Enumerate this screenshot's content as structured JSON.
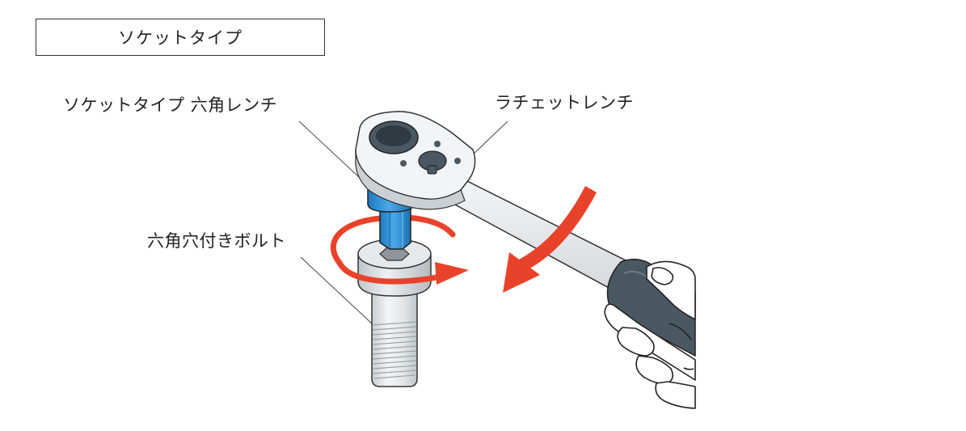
{
  "title": "ソケットタイプ",
  "labels": {
    "socket_hex_wrench": "ソケットタイプ 六角レンチ",
    "ratchet_wrench": "ラチェットレンチ",
    "hex_socket_bolt": "六角穴付きボルト"
  },
  "colors": {
    "arrow_red": "#E8432A",
    "socket_blue": "#2E8FD6",
    "socket_blue_light": "#5BB4EE",
    "grip_dark": "#4A5862",
    "metal_light": "#F0F2F3",
    "metal_mid": "#D9DDE0",
    "metal_dark": "#B7BDC2",
    "line": "#333333"
  }
}
